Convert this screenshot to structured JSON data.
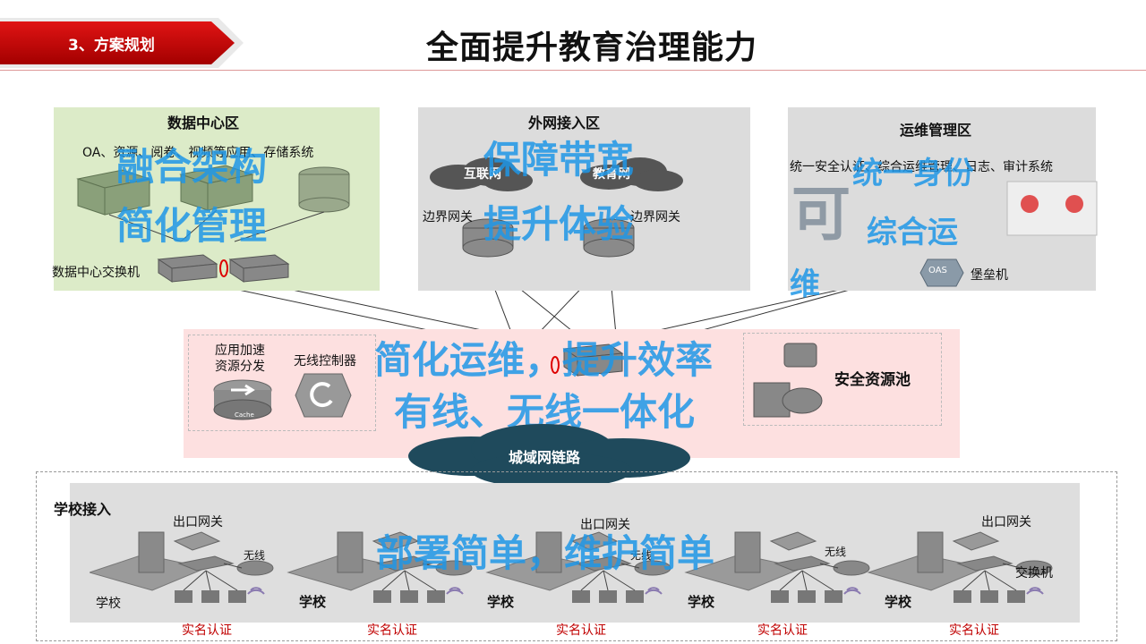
{
  "section": {
    "label": "3、方案规划"
  },
  "title": "全面提升教育治理能力",
  "datacenter": {
    "title": "数据中心区",
    "apps": "OA、资源、阅卷、视频等应用、存储系统",
    "switch_label": "数据中心交换机",
    "overlay_line1": "融合架构",
    "overlay_line2": "简化管理"
  },
  "extranet": {
    "title": "外网接入区",
    "cloud_internet": "互联网",
    "cloud_edu": "教育网",
    "gateway_left": "边界网关",
    "gateway_right": "边界网关",
    "overlay_line1": "保障带宽",
    "overlay_line2": "提升体验"
  },
  "ops": {
    "title": "运维管理区",
    "systems": "统一安全认证、综合运维管理、日志、审计系统",
    "bastion": "堡垒机",
    "oas_icon_text": "OAS",
    "overlay_line1": "统一身份",
    "overlay_big": "可",
    "overlay_line2": "综合运",
    "overlay_line3": "维"
  },
  "core": {
    "app_accel": "应用加速\n资源分发",
    "wireless_controller": "无线控制器",
    "security_pool": "安全资源池",
    "cache_text": "Cache",
    "overlay_line1": "简化运维，提升效率",
    "overlay_line2": "有线、无线一体化"
  },
  "wan": {
    "label": "城域网链路"
  },
  "schools": {
    "title": "学校接入",
    "overlay": "部署简单，维护简单",
    "items": [
      {
        "name": "学校",
        "gateway": "出口网关",
        "wireless": "无线",
        "auth": "实名认证"
      },
      {
        "name": "学校",
        "gateway": "",
        "wireless": "",
        "auth": "实名认证"
      },
      {
        "name": "学校",
        "gateway": "出口网关",
        "wireless": "无线",
        "auth": "实名认证"
      },
      {
        "name": "学校",
        "gateway": "",
        "wireless": "无线",
        "auth": "实名认证"
      },
      {
        "name": "学校",
        "gateway": "出口网关",
        "wireless": "",
        "switch": "交换机",
        "auth": "实名认证"
      }
    ]
  },
  "colors": {
    "accent_red": "#c00000",
    "overlay_blue": "#1e96e6",
    "datacenter_bg": "#dcebc8",
    "core_bg": "#fde0e0"
  }
}
